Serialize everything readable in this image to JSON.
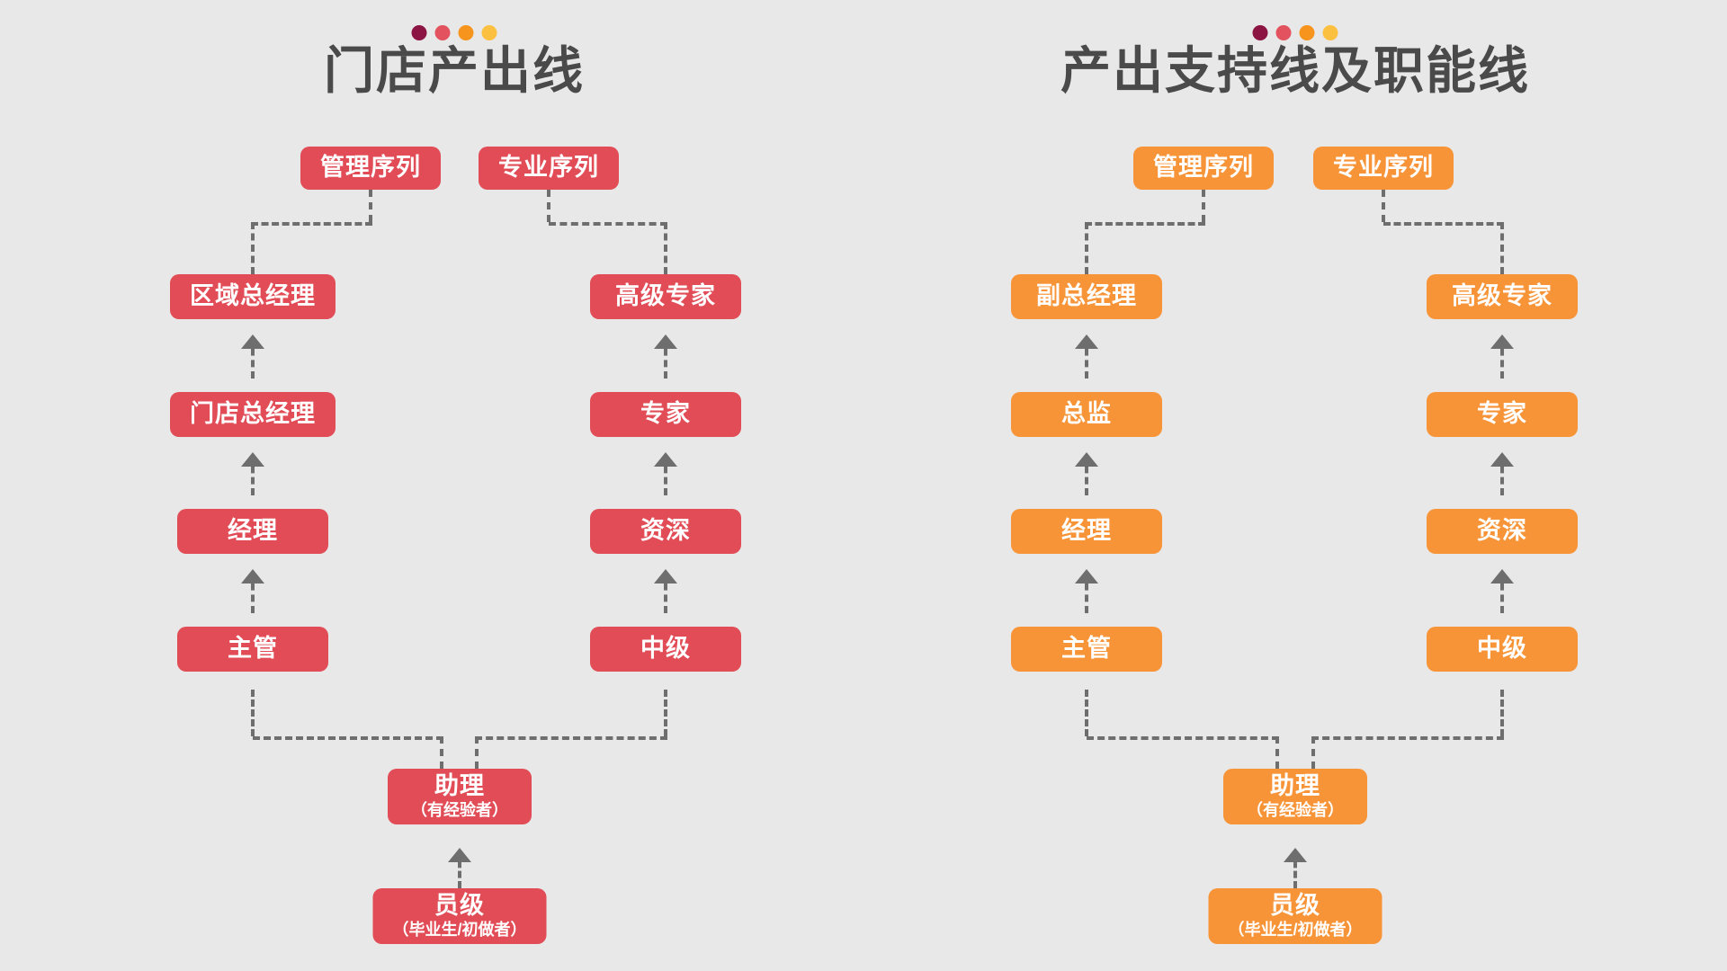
{
  "background_color": "#e8e8e8",
  "dot_colors": [
    "#8c1442",
    "#e2535f",
    "#f7941e",
    "#fcc041"
  ],
  "panels": [
    {
      "id": "store-output-line",
      "title": "门店产出线",
      "accent_color": "#e14c56",
      "headers": [
        {
          "label": "管理序列"
        },
        {
          "label": "专业序列"
        }
      ],
      "management_ladder": [
        {
          "label": "区域总经理"
        },
        {
          "label": "门店总经理"
        },
        {
          "label": "经理"
        },
        {
          "label": "主管"
        }
      ],
      "professional_ladder": [
        {
          "label": "高级专家"
        },
        {
          "label": "专家"
        },
        {
          "label": "资深"
        },
        {
          "label": "中级"
        }
      ],
      "base_levels": [
        {
          "label": "助理",
          "sub": "（有经验者）"
        },
        {
          "label": "员级",
          "sub": "（毕业生/初做者）"
        }
      ]
    },
    {
      "id": "output-support-and-function-line",
      "title": "产出支持线及职能线",
      "accent_color": "#f89438",
      "headers": [
        {
          "label": "管理序列"
        },
        {
          "label": "专业序列"
        }
      ],
      "management_ladder": [
        {
          "label": "副总经理"
        },
        {
          "label": "总监"
        },
        {
          "label": "经理"
        },
        {
          "label": "主管"
        }
      ],
      "professional_ladder": [
        {
          "label": "高级专家"
        },
        {
          "label": "专家"
        },
        {
          "label": "资深"
        },
        {
          "label": "中级"
        }
      ],
      "base_levels": [
        {
          "label": "助理",
          "sub": "（有经验者）"
        },
        {
          "label": "员级",
          "sub": "（毕业生/初做者）"
        }
      ]
    }
  ]
}
